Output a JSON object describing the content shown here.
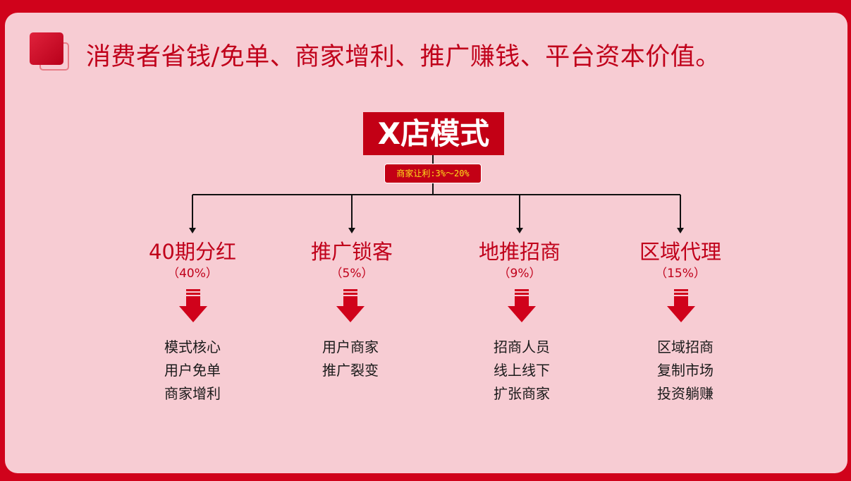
{
  "title": "消费者省钱/免单、商家增利、推广赚钱、平台资本价值。",
  "main": {
    "label": "X店模式",
    "badge": "商家让利:3%～20%"
  },
  "branches": [
    {
      "title": "40期分红",
      "pct": "（40%）",
      "items": [
        "模式核心",
        "用户免单",
        "商家增利"
      ]
    },
    {
      "title": "推广锁客",
      "pct": "（5%）",
      "items": [
        "用户商家",
        "推广裂变"
      ]
    },
    {
      "title": "地推招商",
      "pct": "（9%）",
      "items": [
        "招商人员",
        "线上线下",
        "扩张商家"
      ]
    },
    {
      "title": "区域代理",
      "pct": "（15%）",
      "items": [
        "区域招商",
        "复制市场",
        "投资躺赚"
      ]
    }
  ],
  "colors": {
    "brand_red": "#c30015",
    "background_pink": "#f7ccd3",
    "badge_text_yellow": "#ffe21a"
  },
  "icons": [
    "square-bullet-icon",
    "arrow-down-icon"
  ]
}
